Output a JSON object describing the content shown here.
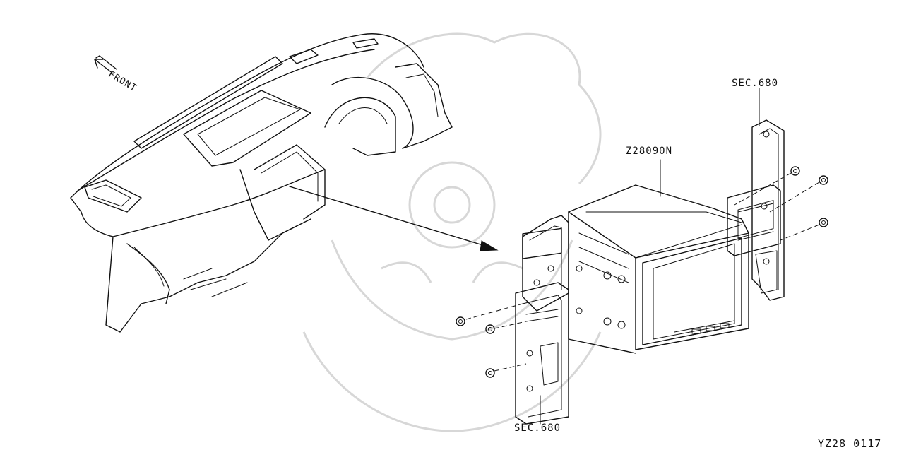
{
  "labels": {
    "front": "FRONT",
    "part_number": "Z28090N",
    "section_top": "SEC.680",
    "section_bottom": "SEC.680",
    "reference_code": "YZ28  0117"
  },
  "colors": {
    "line": "#111111",
    "watermark": "#d7d7d7",
    "background": "#ffffff"
  }
}
